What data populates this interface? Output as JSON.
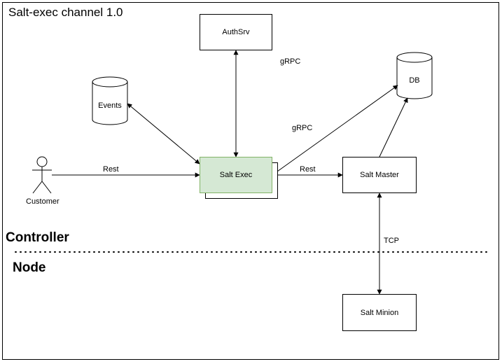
{
  "diagram": {
    "title": "Salt-exec channel 1.0",
    "sections": {
      "controller": "Controller",
      "node": "Node"
    },
    "nodes": {
      "authsrv": "AuthSrv",
      "events": "Events",
      "db": "DB",
      "salt_exec": "Salt Exec",
      "salt_master": "Salt Master",
      "salt_minion": "Salt Minion",
      "customer": "Customer"
    },
    "edge_labels": {
      "grpc_auth": "gRPC",
      "grpc_db": "gRPC",
      "rest_customer": "Rest",
      "rest_master": "Rest",
      "tcp": "TCP"
    },
    "colors": {
      "exec_fill": "#d5e8d4",
      "exec_border": "#82b366",
      "line": "#000000"
    }
  }
}
